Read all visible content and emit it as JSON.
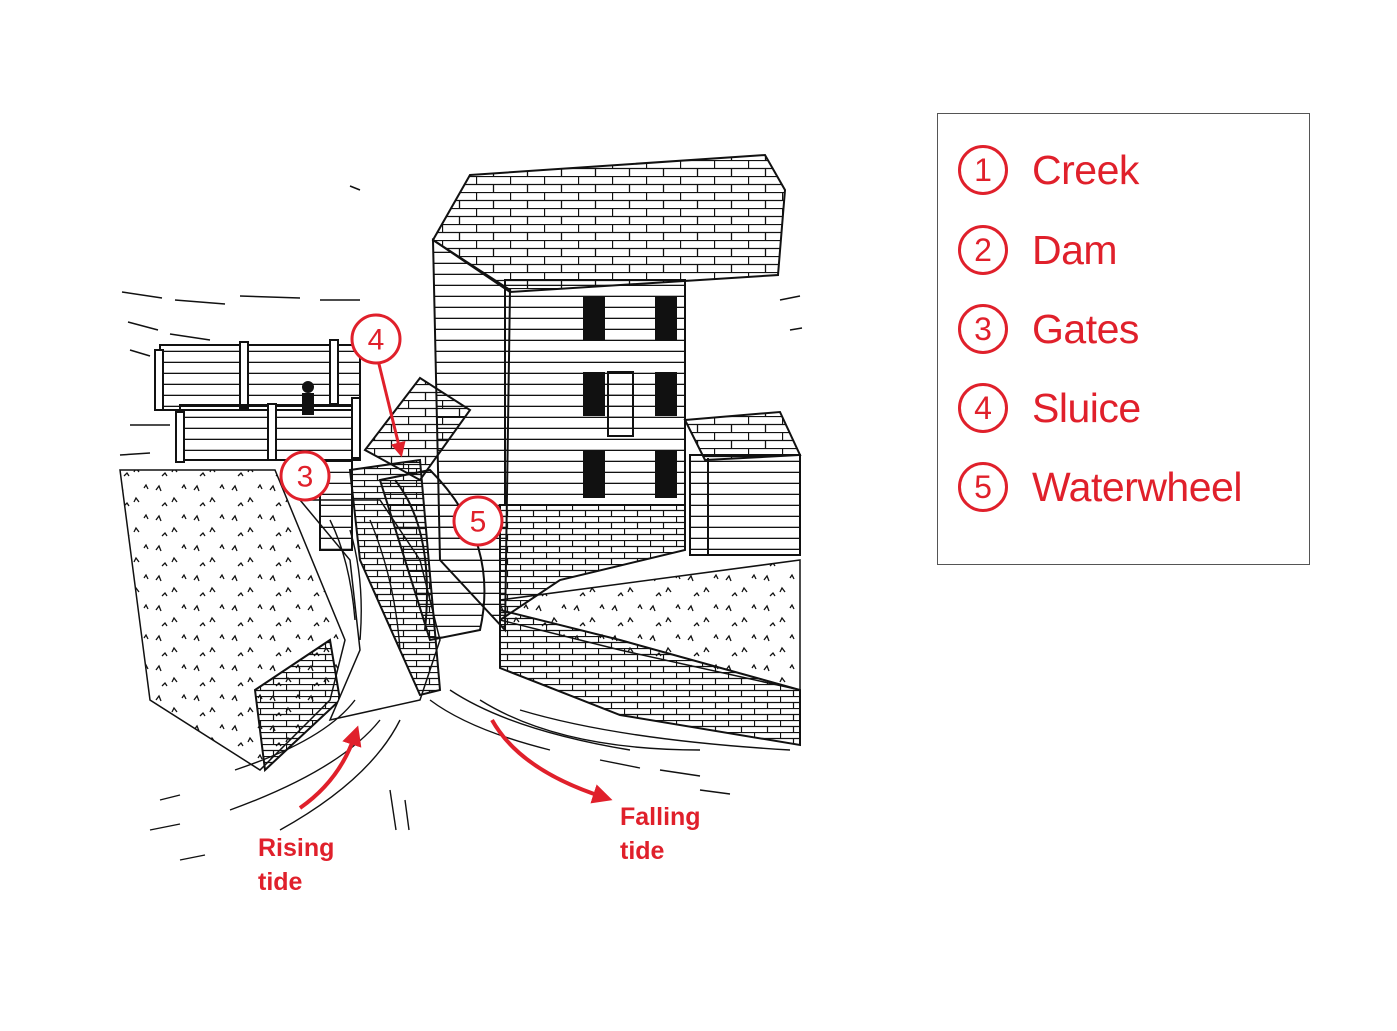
{
  "accent_color": "#e0202b",
  "legend": [
    {
      "num": "1",
      "label": "Creek"
    },
    {
      "num": "2",
      "label": "Dam"
    },
    {
      "num": "3",
      "label": "Gates"
    },
    {
      "num": "4",
      "label": "Sluice"
    },
    {
      "num": "5",
      "label": "Waterwheel"
    }
  ],
  "callouts": [
    "4",
    "3",
    "5"
  ],
  "tide": {
    "rising": [
      "Rising",
      "tide"
    ],
    "falling": [
      "Falling",
      "tide"
    ]
  }
}
